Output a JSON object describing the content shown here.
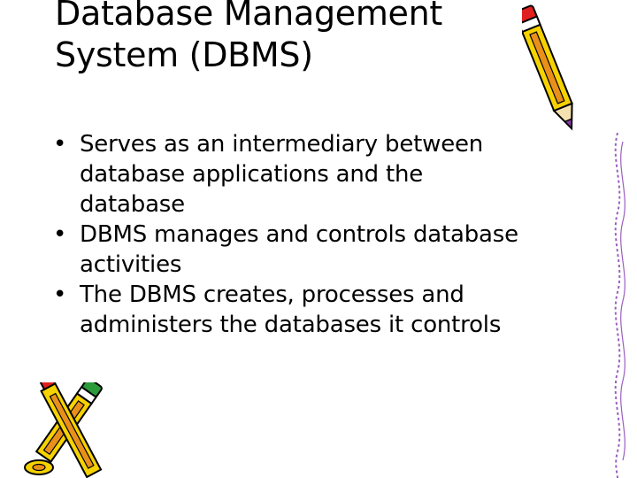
{
  "slide": {
    "title_line1": "Database Management",
    "title_line2": "System (DBMS)",
    "bullet_glyph": "•",
    "bullets": [
      {
        "line1": "Serves as an intermediary between",
        "line2": "database applications and the",
        "line3": "database"
      },
      {
        "line1": "DBMS manages and controls database",
        "line2": "activities"
      },
      {
        "line1": "The DBMS creates, processes and",
        "line2": "administers the databases it controls"
      }
    ]
  },
  "decor": {
    "pencil_icon_top": "pencil-icon",
    "pencil_icon_bottom": "pencil-icon",
    "pencil_yellow": "#f5d200",
    "pencil_orange": "#e8901a",
    "pencil_red": "#e02020",
    "pencil_purple": "#8a3aa8",
    "pencil_green": "#2a9a3a",
    "border_purple": "#9b5fc0"
  }
}
